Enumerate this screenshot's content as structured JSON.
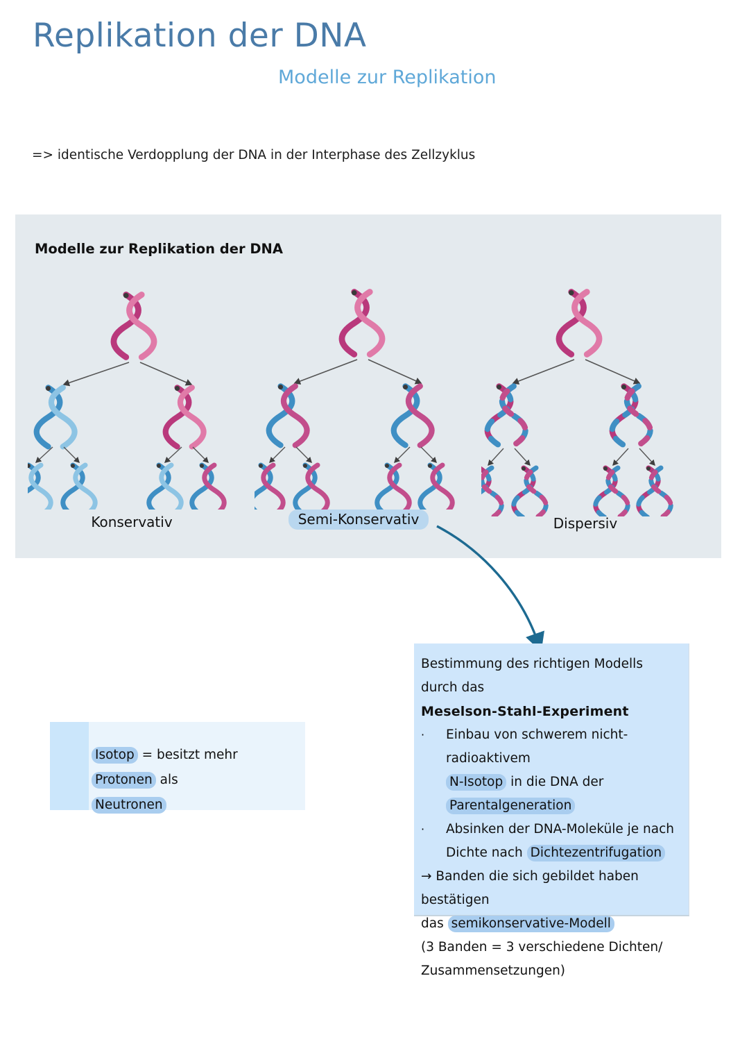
{
  "header": {
    "title": "Replikation der DNA",
    "subtitle": "Modelle zur Replikation",
    "title_color": "#4a7ba8",
    "subtitle_color": "#5fa8d8"
  },
  "intro": {
    "text": "=> identische Verdopplung der DNA in der Interphase des Zellzyklus"
  },
  "models_panel": {
    "heading": "Modelle zur Replikation der DNA",
    "background_color": "#e4eaee",
    "models": [
      {
        "caption": "Konservativ",
        "highlighted": false
      },
      {
        "caption": "Semi-Konservativ",
        "highlighted": true
      },
      {
        "caption": "Dispersiv",
        "highlighted": false
      }
    ],
    "diagram": {
      "type": "tree",
      "levels": 3,
      "helix_colors": {
        "parent": "#b9397c",
        "new_strand": "#4a96c8",
        "old_strand": "#b9397c"
      },
      "arrow_color": "#4a4a4a"
    }
  },
  "arrow": {
    "name": "curved-arrow-to-meselson",
    "color": "#1d6a91"
  },
  "isotop_box": {
    "stripe_color": "#cbe6fb",
    "background_color": "#eaf4fc",
    "line1_a": "Isotop",
    "line1_b": " = besitzt mehr ",
    "line1_c": "Protonen",
    "line1_d": " als",
    "line2": "Neutronen"
  },
  "meselson_box": {
    "background_color": "#cfe6fb",
    "highlight_color": "#a9cdef",
    "line_intro": "Bestimmung des richtigen Modells durch das",
    "title": "Meselson-Stahl-Experiment",
    "bullet_marker": "·",
    "bullet1_line1": "Einbau von schwerem nicht-radioaktivem",
    "bullet1_line2_a": "N-Isotop",
    "bullet1_line2_b": " in die DNA der",
    "bullet1_line3": "Parentalgeneration",
    "bullet2_line1": "Absinken der DNA-Moleküle je nach",
    "bullet2_line2_a": "Dichte nach ",
    "bullet2_line2_b": "Dichtezentrifugation",
    "conclusion_line1": "→ Banden die sich gebildet haben bestätigen",
    "conclusion_line2_a": "das ",
    "conclusion_line2_b": "semikonservative-Modell",
    "conclusion_line3": "(3 Banden = 3 verschiedene Dichten/",
    "conclusion_line4": "Zusammensetzungen)"
  }
}
